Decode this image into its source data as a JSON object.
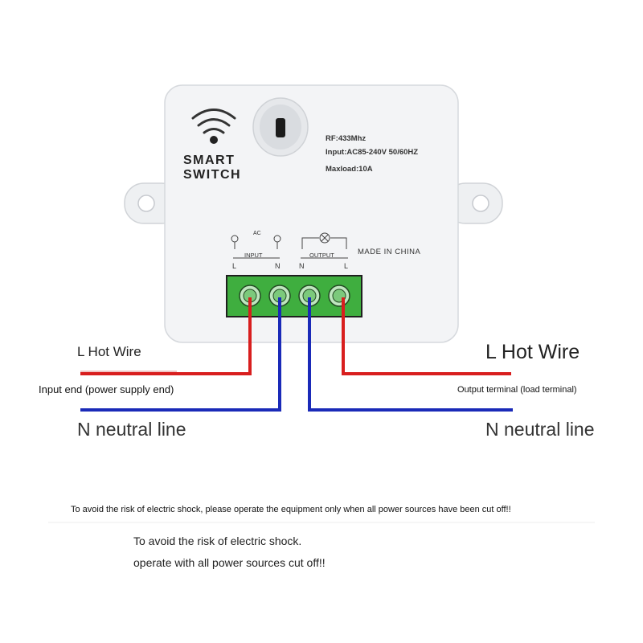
{
  "device": {
    "brand_line1": "SMART",
    "brand_line2": "SWITCH",
    "spec_rf": "RF:433Mhz",
    "spec_input": "Input:AC85-240V 50/60HZ",
    "spec_load": "Maxload:10A",
    "ac_label": "AC",
    "input_label": "INPUT",
    "output_label": "OUTPUT",
    "terminal_l1": "L",
    "terminal_n1": "N",
    "terminal_n2": "N",
    "terminal_l2": "L",
    "made_in": "MADE IN CHINA"
  },
  "labels": {
    "left_hot": "L Hot Wire",
    "right_hot": "L Hot Wire",
    "left_input": "Input end (power supply end)",
    "right_output": "Output terminal (load terminal)",
    "left_neutral": "N neutral line",
    "right_neutral": "N neutral line"
  },
  "warnings": {
    "long": "To avoid the risk of electric shock, please operate the equipment only when all power sources have been cut off!!",
    "short_line1": "To avoid the risk of electric shock.",
    "short_line2": "operate with all power sources cut off!!"
  },
  "colors": {
    "hot_wire": "#d81e1e",
    "neutral_wire": "#1a2ab8",
    "terminal_block": "#3fae3f",
    "device_body": "#f3f4f6"
  }
}
